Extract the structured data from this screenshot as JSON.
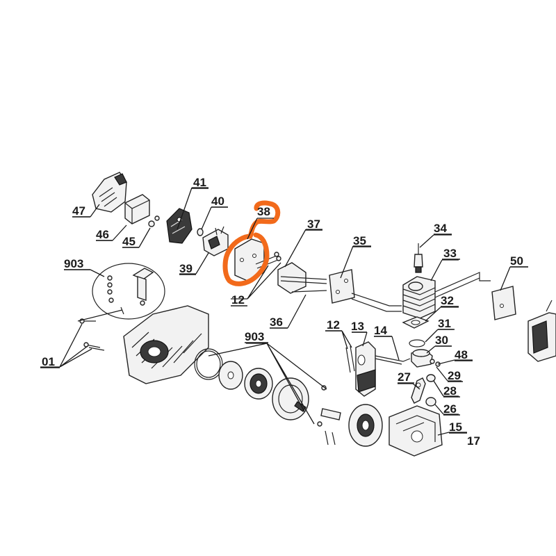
{
  "diagram": {
    "labels": {
      "l01": "01",
      "l12a": "12",
      "l12b": "12",
      "l13": "13",
      "l14": "14",
      "l15": "15",
      "l17": "17",
      "l26": "26",
      "l27": "27",
      "l28": "28",
      "l29": "29",
      "l30": "30",
      "l31": "31",
      "l32": "32",
      "l33": "33",
      "l34": "34",
      "l35": "35",
      "l36": "36",
      "l37": "37",
      "l38": "38",
      "l39": "39",
      "l40": "40",
      "l41": "41",
      "l45": "45",
      "l46": "46",
      "l47": "47",
      "l48": "48",
      "l50": "50",
      "l903a": "903",
      "l903b": "903"
    },
    "highlight_color": "#f26a1b",
    "highlighted_part": "38"
  }
}
